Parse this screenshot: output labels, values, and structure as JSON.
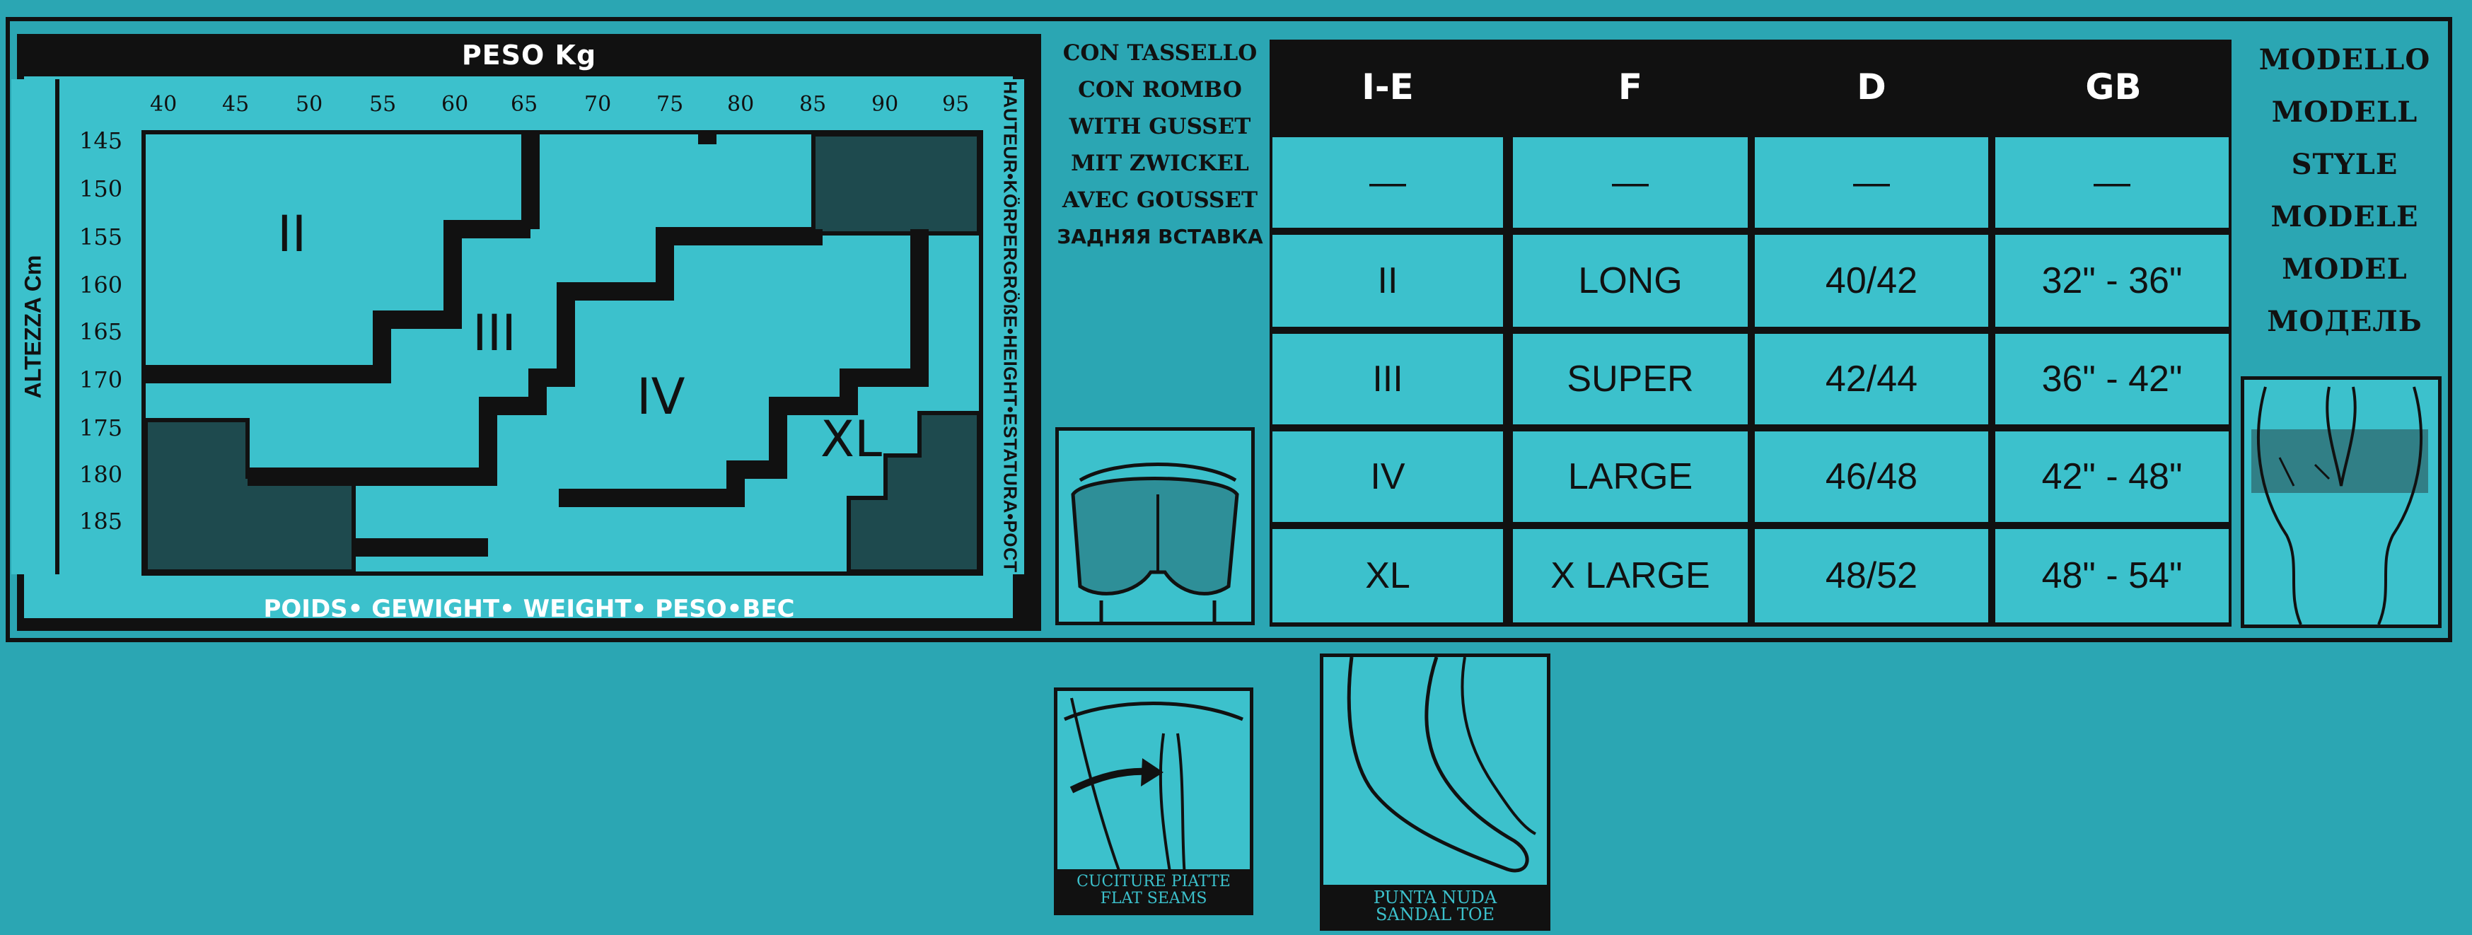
{
  "chart": {
    "title": "PESO Kg",
    "ylabel": "ALTEZZA Cm",
    "side_label": "HAUTEUR•KÖRPERGRÖßE•HEIGHT•ESTATURA•POCT",
    "bottom_label": "POIDS• GEWIGHT• WEIGHT• PESO•BEC",
    "x_ticks": [
      "40",
      "45",
      "50",
      "55",
      "60",
      "65",
      "70",
      "75",
      "80",
      "85",
      "90",
      "95"
    ],
    "y_ticks": [
      "145",
      "150",
      "155",
      "160",
      "165",
      "170",
      "175",
      "180",
      "185"
    ],
    "zones": [
      "II",
      "III",
      "IV",
      "XL"
    ]
  },
  "gusset": {
    "lines": [
      "CON TASSELLO",
      "CON ROMBO",
      "WITH GUSSET",
      "MIT ZWICKEL",
      "AVEC GOUSSET"
    ],
    "russian": "ЗАДНЯЯ ВСТАВКА"
  },
  "table": {
    "headers": [
      "I-E",
      "F",
      "D",
      "GB"
    ],
    "rows": [
      [
        "—",
        "—",
        "—",
        "—"
      ],
      [
        "II",
        "LONG",
        "40/42",
        "32\" - 36\""
      ],
      [
        "III",
        "SUPER",
        "42/44",
        "36\" - 42\""
      ],
      [
        "IV",
        "LARGE",
        "46/48",
        "42\" - 48\""
      ],
      [
        "XL",
        "X LARGE",
        "48/52",
        "48\" - 54\""
      ]
    ]
  },
  "model": {
    "lines": [
      "MODELLO",
      "MODELL",
      "STYLE",
      "MODELE",
      "MODEL",
      "МОДЕЛЬ"
    ]
  },
  "features": {
    "flat_seams": [
      "CUCITURE PIATTE",
      "FLAT SEAMS"
    ],
    "sandal_toe": [
      "PUNTA NUDA",
      "SANDAL TOE"
    ]
  }
}
